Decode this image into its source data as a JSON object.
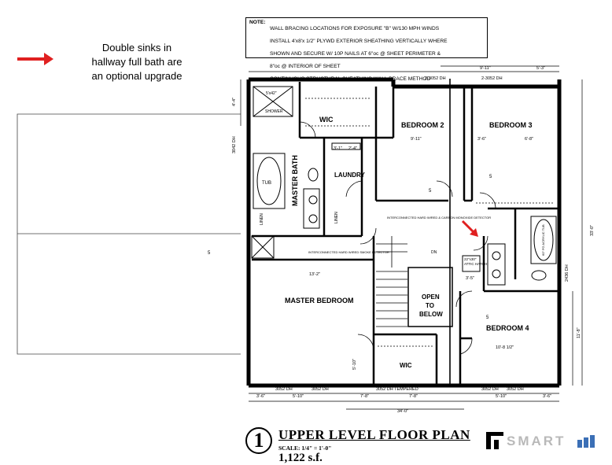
{
  "note": {
    "label": "NOTE:",
    "lines": [
      "WALL BRACING LOCATIONS FOR EXPOSURE \"B\" W/130 MPH WINDS",
      "INSTALL 4'x8'x 1/2\" PLYWD EXTERIOR SHEATHING VERTICALLY WHERE",
      "SHOWN AND SECURE W/ 10P NAILS AT 6\"oc @ SHEET PERIMETER &",
      "8\"oc @ INTERIOR OF SHEET",
      "CONTINUOUS STRUCTURAL SHEATHING WALL BRACE METHOD"
    ]
  },
  "annotation": {
    "line1": "Double sinks in",
    "line2": "hallway full bath are",
    "line3": "an optional upgrade",
    "arrow_color": "#e02020"
  },
  "rooms": {
    "bedroom2": "BEDROOM 2",
    "bedroom3": "BEDROOM 3",
    "bedroom4": "BEDROOM 4",
    "master_bedroom": "MASTER BEDROOM",
    "master_bath": "MASTER BATH",
    "laundry": "LAUNDRY",
    "wic_top": "WIC",
    "wic_bottom": "WIC",
    "tub": "TUB",
    "shower": "SHOWER",
    "shower_size": "5'x42\"",
    "linen_left": "LINEN",
    "linen_mid": "LINEN",
    "open_1": "OPEN",
    "open_2": "TO",
    "open_3": "BELOW",
    "attic": "22\"x30\"",
    "attic_2": "ATTIC HATCH",
    "dn": "DN",
    "acrylic_tub": "60\" FG ACRYLIC TUB",
    "smoke_detector": "INTERCONNECTED HARD WIRED SMOKE DETECTOR",
    "smoke_detector_2": "INTERCONNECTED HARD WIRED & CARBON MONOXIDE DETECTOR",
    "bubble": "5"
  },
  "dimensions": {
    "top_1": "9'-11\"",
    "top_2": "5'-3\"",
    "top_win_1": "2-3052 DH",
    "top_win_2": "2-3052 DH",
    "b2_w": "9'-11\"",
    "b3_1": "3'-6\"",
    "b3_2": "6'-8\"",
    "left_1": "4'-4\"",
    "left_2": "3042 DH",
    "laundry_1": "3'-1\"",
    "laundry_2": "2'-4\"",
    "mb_w": "13'-2\"",
    "b4_w": "10'-8 1/2\"",
    "right_total": "33'-0\"",
    "right_2": "11'-8\"",
    "right_win": "2436 DH",
    "bot_1": "3'-6\"",
    "bot_2": "5'-10\"",
    "bot_3": "7'-8\"",
    "bot_4": "7'-8\"",
    "bot_5": "5'-10\"",
    "bot_6": "3'-6\"",
    "bot_win_1": "3052 DH",
    "bot_win_2": "3052 DH",
    "bot_win_3": "3052 DH TEMPERED",
    "bot_win_4": "3052 DH",
    "bot_win_5": "3052 DH",
    "bot_total": "34'-0\"",
    "hall_1": "3'-5\"",
    "wic_dim": "5'-10\""
  },
  "title": {
    "number": "1",
    "name": "UPPER LEVEL FLOOR PLAN",
    "scale": "SCALE: 1/4\" = 1'-0\"",
    "area": "1,122 s.f."
  },
  "logo": {
    "text": "SMART",
    "color": "#b9b9b9",
    "accent": "#3b6fb6"
  }
}
